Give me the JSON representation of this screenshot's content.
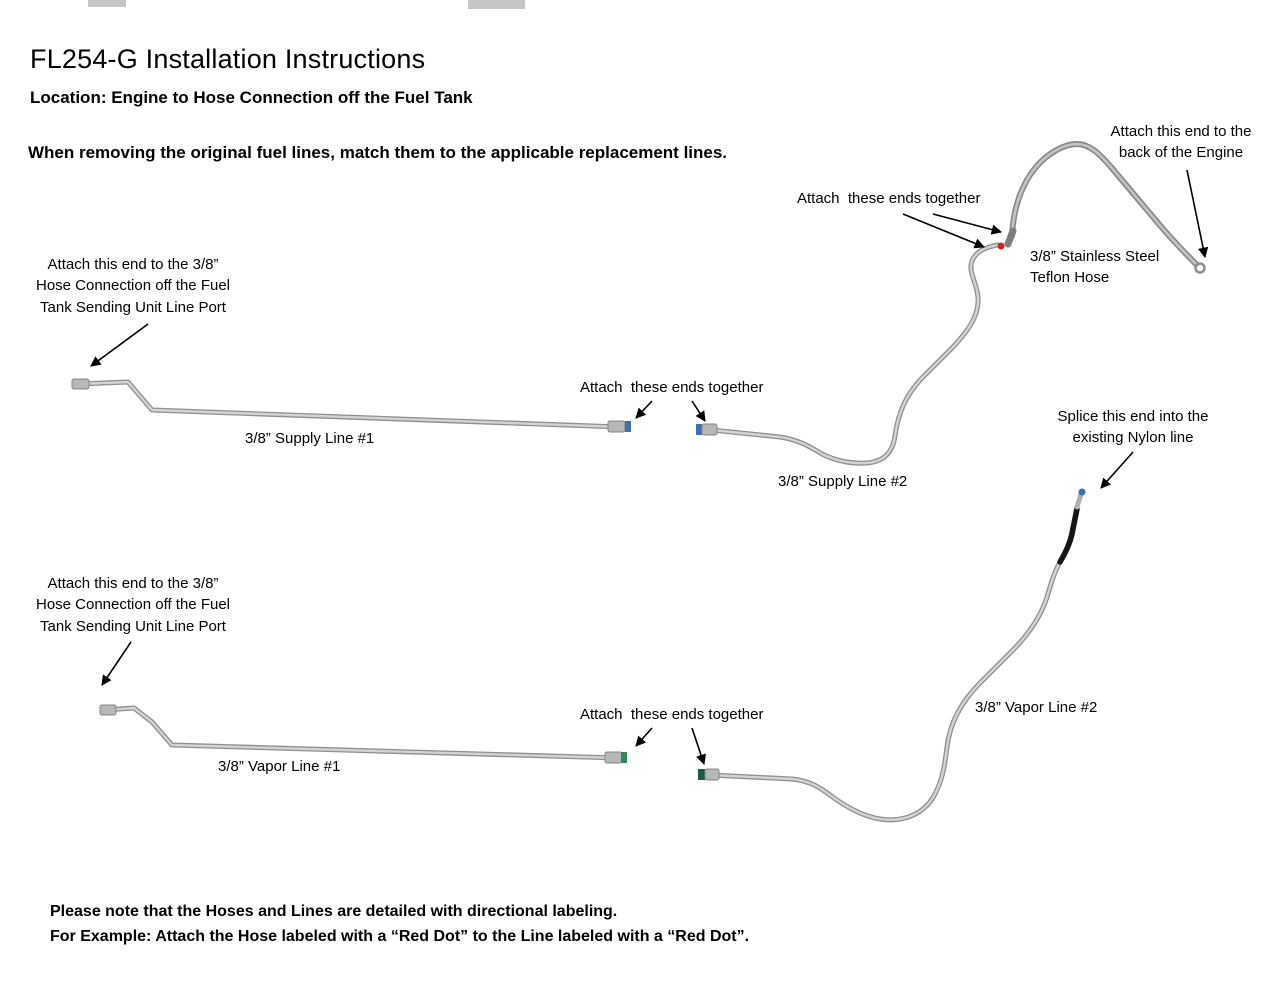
{
  "document": {
    "title": "FL254-G Installation Instructions",
    "location": "Location: Engine to Hose Connection off the Fuel Tank",
    "intro": "When removing the original fuel lines, match them to the applicable replacement lines.",
    "footer_note_1": "Please note that the Hoses and Lines are detailed with directional labeling.",
    "footer_note_2": "For Example: Attach the Hose labeled with a “Red Dot” to the Line labeled with a “Red Dot”."
  },
  "annotations": {
    "engine_end": "Attach this end to the\nback of the Engine",
    "attach_ends_top": "Attach  these ends together",
    "teflon_hose": "3/8” Stainless Steel\nTeflon Hose",
    "tank_port_upper": "Attach this end to the 3/8”\nHose Connection off the Fuel\nTank Sending Unit Line Port",
    "attach_ends_mid": "Attach  these ends together",
    "supply_line_1": "3/8” Supply Line #1",
    "supply_line_2": "3/8” Supply Line #2",
    "splice_nylon": "Splice this end into the\nexisting Nylon line",
    "tank_port_lower": "Attach this end to the 3/8”\nHose Connection off the Fuel\nTank Sending Unit Line Port",
    "attach_ends_bottom": "Attach  these ends together",
    "vapor_line_1": "3/8” Vapor Line #1",
    "vapor_line_2": "3/8” Vapor Line #2"
  },
  "colors": {
    "line_gray": "#a9a9a9",
    "fitting_blue": "#3f6fae",
    "fitting_green": "#2e8b57",
    "fitting_dark_green": "#1d5c3f",
    "dot_red": "#cc2222",
    "splice_black": "#161616"
  }
}
